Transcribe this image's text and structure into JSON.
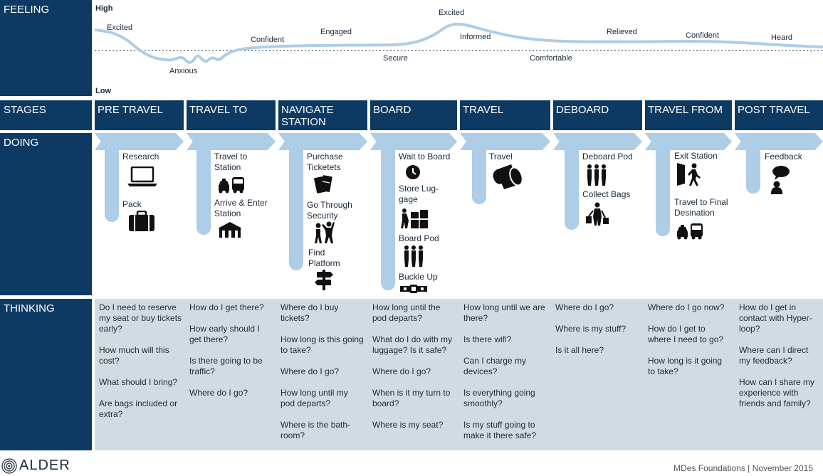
{
  "rows": {
    "feeling": "FEELING",
    "stages": "STAGES",
    "doing": "DOING",
    "thinking": "THINKING"
  },
  "feeling": {
    "high": "High",
    "low": "Low",
    "labels": [
      "Excited",
      "Anxious",
      "Confident",
      "Engaged",
      "Secure",
      "Excited",
      "Informed",
      "Comfortable",
      "Relieved",
      "Confident",
      "Heard"
    ]
  },
  "stages": [
    "PRE TRAVEL",
    "TRAVEL TO",
    "NAVIGATE STATION",
    "BOARD",
    "TRAVEL",
    "DEBOARD",
    "TRAVEL FROM",
    "POST TRAVEL"
  ],
  "doing": {
    "pre_travel": [
      "Research",
      "Pack"
    ],
    "travel_to": [
      "Travel to Station",
      "Arrive & Enter Station"
    ],
    "navigate": [
      "Purchase Ticketets",
      "Go Through Security",
      "Find Platform"
    ],
    "board": [
      "Wait to Board",
      "Store Lug-gage",
      "Board Pod",
      "Buckle Up"
    ],
    "travel": [
      "Travel"
    ],
    "deboard": [
      "Deboard Pod",
      "Collect Bags"
    ],
    "travel_from": [
      "Exit Station",
      "Travel to Final Desination"
    ],
    "post_travel": [
      "Feedback"
    ]
  },
  "thinking": [
    [
      "Do I need to reserve my seat or buy tickets early?",
      "How much will this cost?",
      "What should I bring?",
      "Are bags included or extra?"
    ],
    [
      "How do I get there?",
      "How early should I get there?",
      "Is there going to be traffic?",
      "Where do I go?"
    ],
    [
      "Where do I buy tickets?",
      "How long is this going to take?",
      "Where do I go?",
      "How long until my pod departs?",
      "Where is the bath-room?"
    ],
    [
      "How long until the pod departs?",
      "What do I do with my luggage? Is it safe?",
      "Where do I go?",
      "When is it my turn to board?",
      "Where is my seat?"
    ],
    [
      "How long until we are there?",
      "Is there wifi?",
      "Can I charge my devices?",
      "Is everything going smoothly?",
      "Is my stuff going to make it there safe?"
    ],
    [
      "Where do I go?",
      "Where is my stuff?",
      "Is it all here?"
    ],
    [
      "Where do I go now?",
      "How do I get to where I need to go?",
      "How long is it going to take?"
    ],
    [
      "How do I get in contact with Hyper-loop?",
      "Where can I direct my feedback?",
      "How can I share my experience with friends and family?"
    ]
  ],
  "footer": {
    "brand": "ALDER",
    "right": "MDes Foundations | November 2015"
  },
  "colors": {
    "navy": "#0c3a63",
    "light_blue": "#aecde6",
    "thinking_bg": "#d3dbe2"
  }
}
